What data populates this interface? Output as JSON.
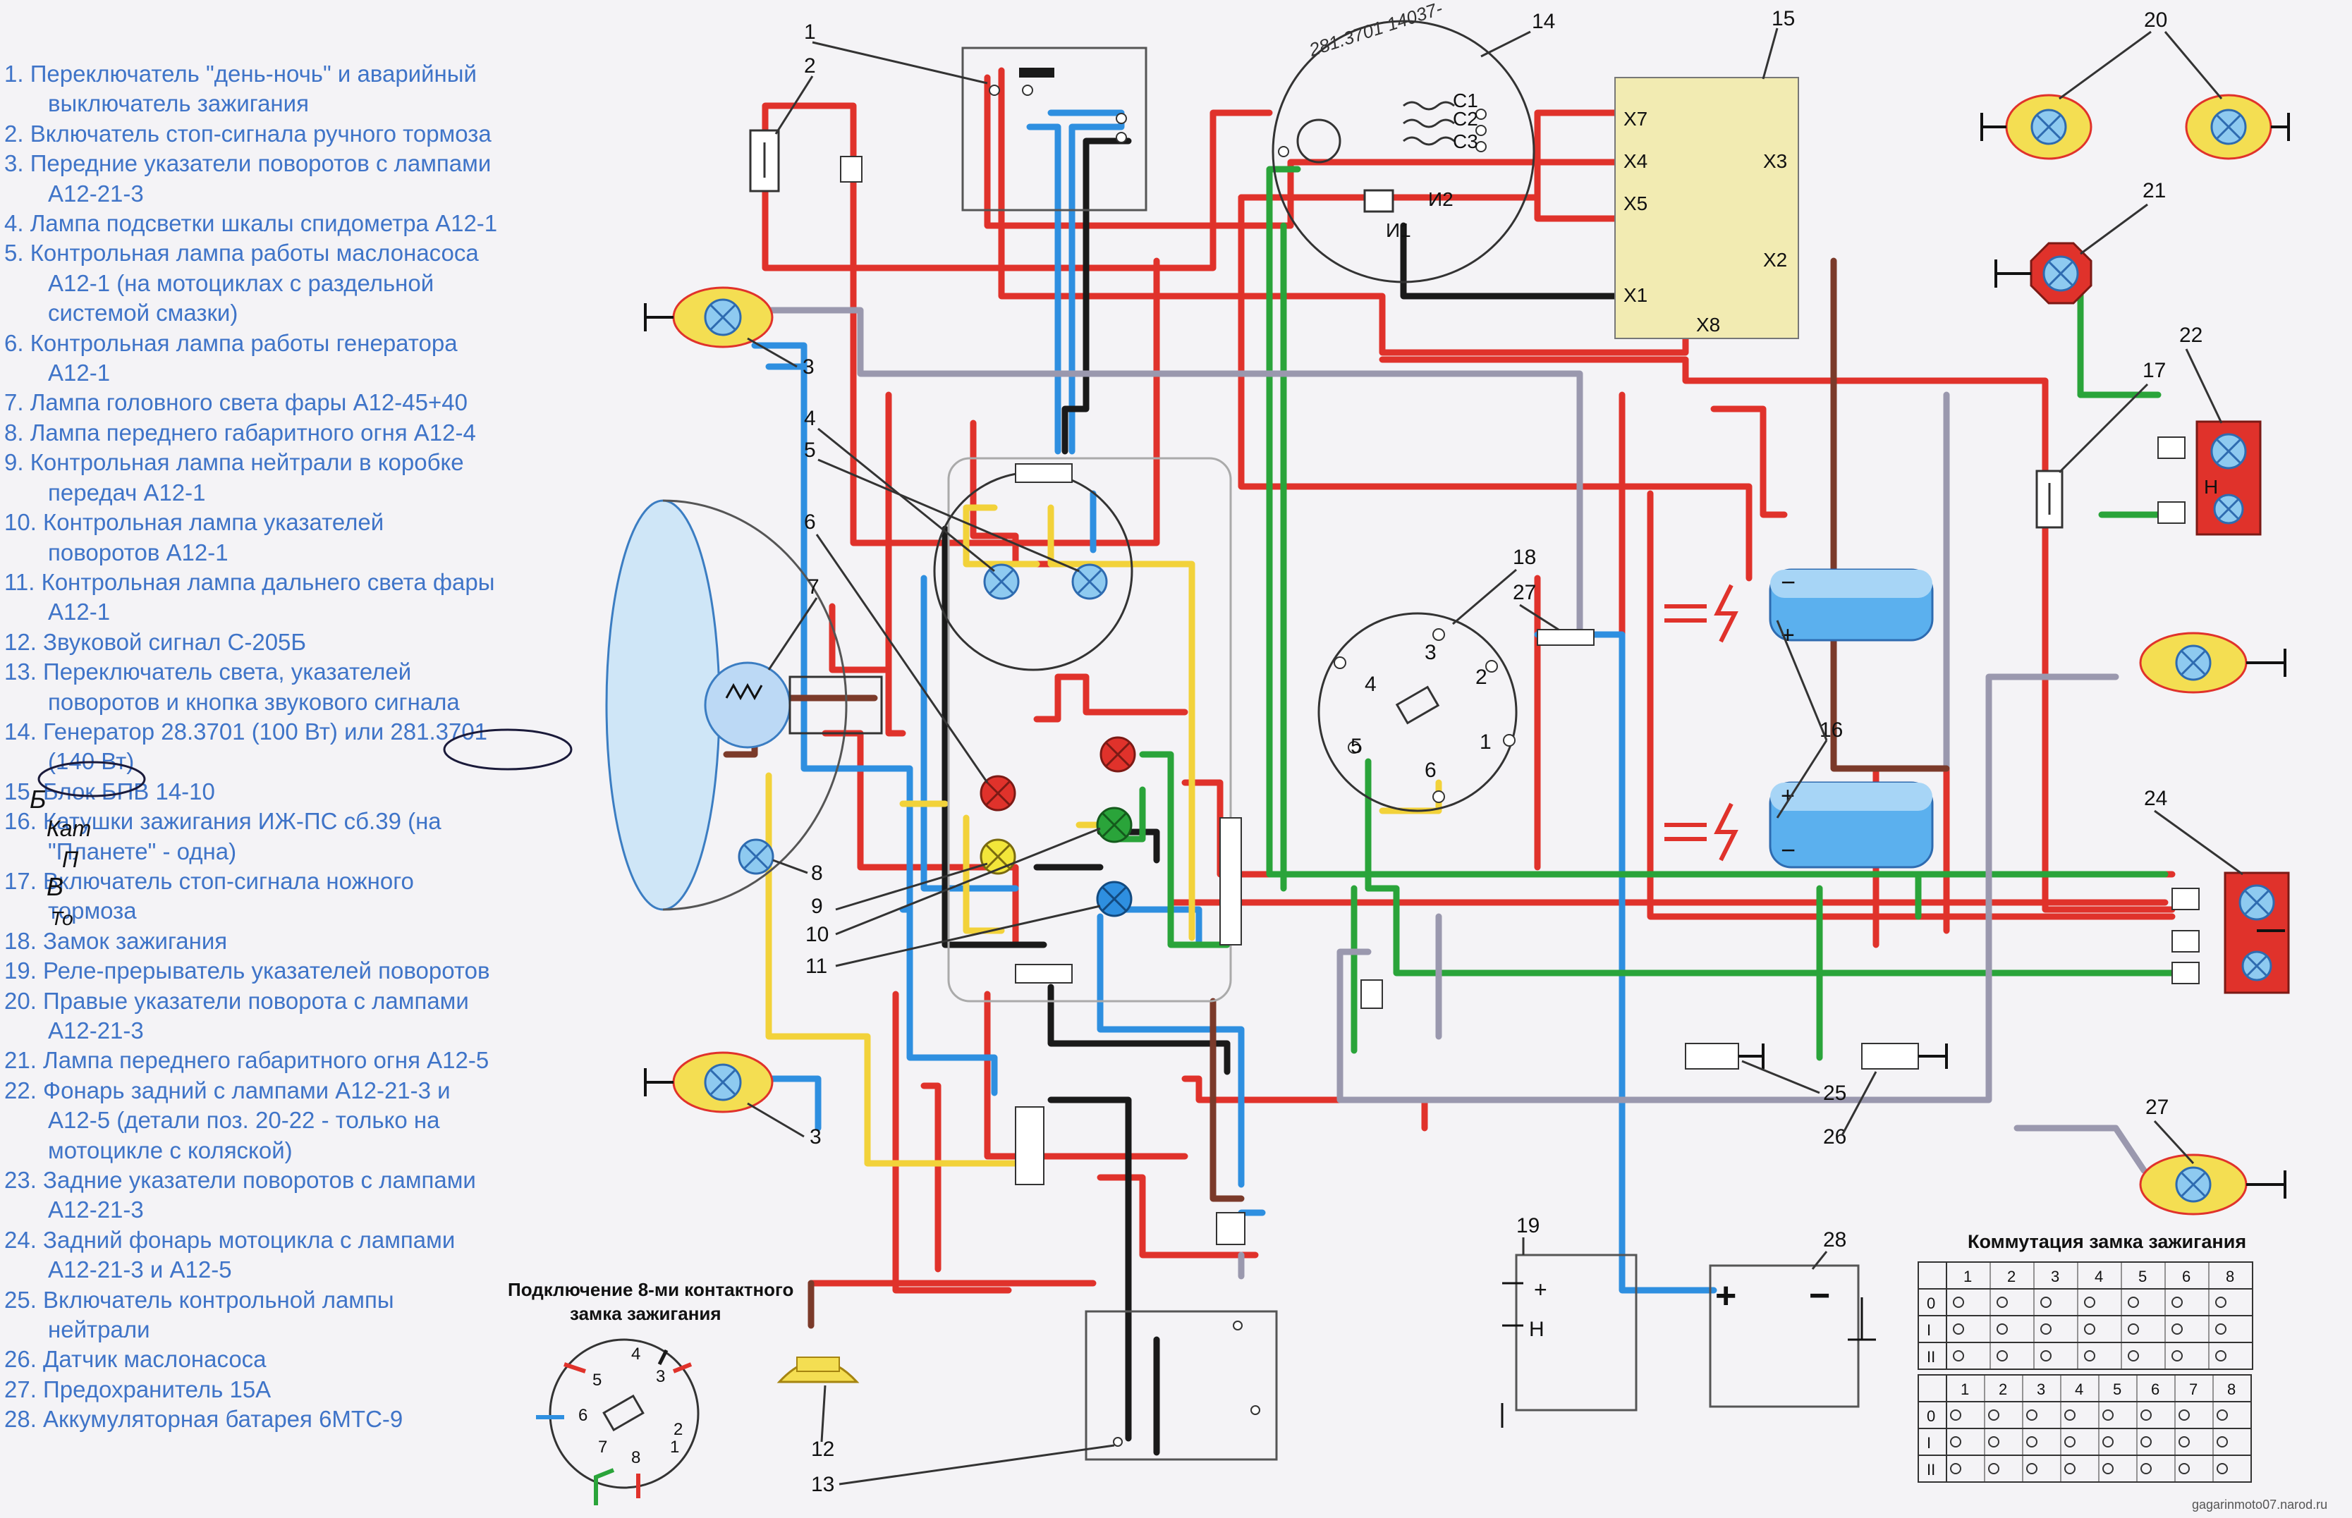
{
  "legend": [
    {
      "text": "1. Переключатель \"день-ночь\" и аварийный",
      "indent": false
    },
    {
      "text": "выключатель зажигания",
      "indent": true
    },
    {
      "text": "2. Включатель стоп-сигнала ручного тормоза",
      "indent": false
    },
    {
      "text": "3. Передние указатели поворотов с лампами",
      "indent": false
    },
    {
      "text": "А12-21-3",
      "indent": true
    },
    {
      "text": "4. Лампа подсветки шкалы спидометра А12-1",
      "indent": false
    },
    {
      "text": "5. Контрольная лампа работы маслонасоса",
      "indent": false
    },
    {
      "text": "А12-1 (на мотоциклах с раздельной",
      "indent": true
    },
    {
      "text": "системой смазки)",
      "indent": true
    },
    {
      "text": "6. Контрольная лампа работы генератора",
      "indent": false
    },
    {
      "text": "А12-1",
      "indent": true
    },
    {
      "text": "7. Лампа головного света фары А12-45+40",
      "indent": false
    },
    {
      "text": "8. Лампа переднего габаритного огня А12-4",
      "indent": false
    },
    {
      "text": "9. Контрольная лампа нейтрали в коробке",
      "indent": false
    },
    {
      "text": "передач А12-1",
      "indent": true
    },
    {
      "text": "10. Контрольная лампа указателей",
      "indent": false
    },
    {
      "text": "поворотов А12-1",
      "indent": true
    },
    {
      "text": "11. Контрольная лампа дальнего света фары",
      "indent": false
    },
    {
      "text": "А12-1",
      "indent": true
    },
    {
      "text": "12. Звуковой сигнал С-205Б",
      "indent": false
    },
    {
      "text": "13. Переключатель света, указателей",
      "indent": false
    },
    {
      "text": "поворотов и кнопка звукового сигнала",
      "indent": true
    },
    {
      "text": "14. Генератор 28.3701 (100 Вт) или 281.3701",
      "indent": false
    },
    {
      "text": "(140 Вт)",
      "indent": true
    },
    {
      "text": "15. Блок БПВ 14-10",
      "indent": false
    },
    {
      "text": "16. Катушки зажигания ИЖ-ПС сб.39 (на",
      "indent": false
    },
    {
      "text": "\"Планете\" - одна)",
      "indent": true
    },
    {
      "text": "17. Включатель стоп-сигнала ножного",
      "indent": false
    },
    {
      "text": "тормоза",
      "indent": true
    },
    {
      "text": "18. Замок зажигания",
      "indent": false
    },
    {
      "text": "19. Реле-прерыватель указателей поворотов",
      "indent": false
    },
    {
      "text": "20. Правые указатели поворота с лампами",
      "indent": false
    },
    {
      "text": "А12-21-3",
      "indent": true
    },
    {
      "text": "21. Лампа переднего габаритного огня А12-5",
      "indent": false
    },
    {
      "text": "22. Фонарь задний с лампами А12-21-3 и",
      "indent": false
    },
    {
      "text": "А12-5 (детали поз. 20-22 - только на",
      "indent": true
    },
    {
      "text": "мотоцикле с коляской)",
      "indent": true
    },
    {
      "text": "23. Задние указатели поворотов с лампами",
      "indent": false
    },
    {
      "text": "А12-21-3",
      "indent": true
    },
    {
      "text": "24. Задний фонарь мотоцикла с лампами",
      "indent": false
    },
    {
      "text": "А12-21-3 и А12-5",
      "indent": true
    },
    {
      "text": "25. Включатель контрольной лампы",
      "indent": false
    },
    {
      "text": "нейтрали",
      "indent": true
    },
    {
      "text": "26. Датчик маслонасоса",
      "indent": false
    },
    {
      "text": "27. Предохранитель 15А",
      "indent": false
    },
    {
      "text": "28. Аккумуляторная батарея 6МТС-9",
      "indent": false
    }
  ],
  "handwritten": {
    "block_note": "Б",
    "coil_note": "Кат",
    "coil_note2": "П",
    "stop_note": "В",
    "stop_note2": "То",
    "gen_note": "281.3701 14037-"
  },
  "labels": {
    "n1": "1",
    "n2": "2",
    "n3a": "3",
    "n3b": "3",
    "n4": "4",
    "n5": "5",
    "n6": "6",
    "n7": "7",
    "n8": "8",
    "n9": "9",
    "n10": "10",
    "n11": "11",
    "n12": "12",
    "n13": "13",
    "n14": "14",
    "n15": "15",
    "n16": "16",
    "n17": "17",
    "n18": "18",
    "n19": "19",
    "n20": "20",
    "n21": "21",
    "n22": "22",
    "n24": "24",
    "n25": "25",
    "n26": "26",
    "n27a": "27",
    "n27b": "27",
    "n28": "28"
  },
  "generator": {
    "c1": "С1",
    "c2": "С2",
    "c3": "С3",
    "i1": "И1",
    "i2": "И2"
  },
  "block": {
    "x7": "Х7",
    "x4": "Х4",
    "x5": "Х5",
    "x1": "Х1",
    "x3": "Х3",
    "x2": "Х2",
    "x8": "Х8"
  },
  "lock_pins": {
    "p1": "1",
    "p2": "2",
    "p3": "3",
    "p4": "4",
    "p5": "5",
    "p6": "6"
  },
  "relay": {
    "plus": "+",
    "h": "Н"
  },
  "battery": {
    "plus": "+",
    "minus": "−"
  },
  "coil": {
    "minus": "−",
    "plus": "+"
  },
  "rear_lamp": {
    "h": "Н"
  },
  "eight_pin": {
    "title1": "Подключение 8-ми контактного",
    "title2": "замка зажигания",
    "pins": [
      "1",
      "2",
      "3",
      "4",
      "5",
      "6",
      "7",
      "8"
    ]
  },
  "switch_table": {
    "title": "Коммутация замка зажигания",
    "columns": [
      "1",
      "2",
      "3",
      "4",
      "5",
      "6",
      "8"
    ],
    "rows": [
      "0",
      "I",
      "II"
    ],
    "columns2": [
      "1",
      "2",
      "3",
      "4",
      "5",
      "6",
      "7",
      "8"
    ]
  },
  "watermark": "gagarinmoto07.narod.ru",
  "colors": {
    "legend_text": "#3f74c8",
    "wire_red": "#e0322b",
    "wire_blue": "#2e8fe0",
    "wire_green": "#2aa43a",
    "wire_yellow": "#f2d23a",
    "wire_black": "#1a1a1a",
    "wire_gray": "#9a98ae",
    "wire_brown": "#7b3a2a",
    "block_fill": "#f2ebb2",
    "lamp_fill": "#f4de52"
  }
}
